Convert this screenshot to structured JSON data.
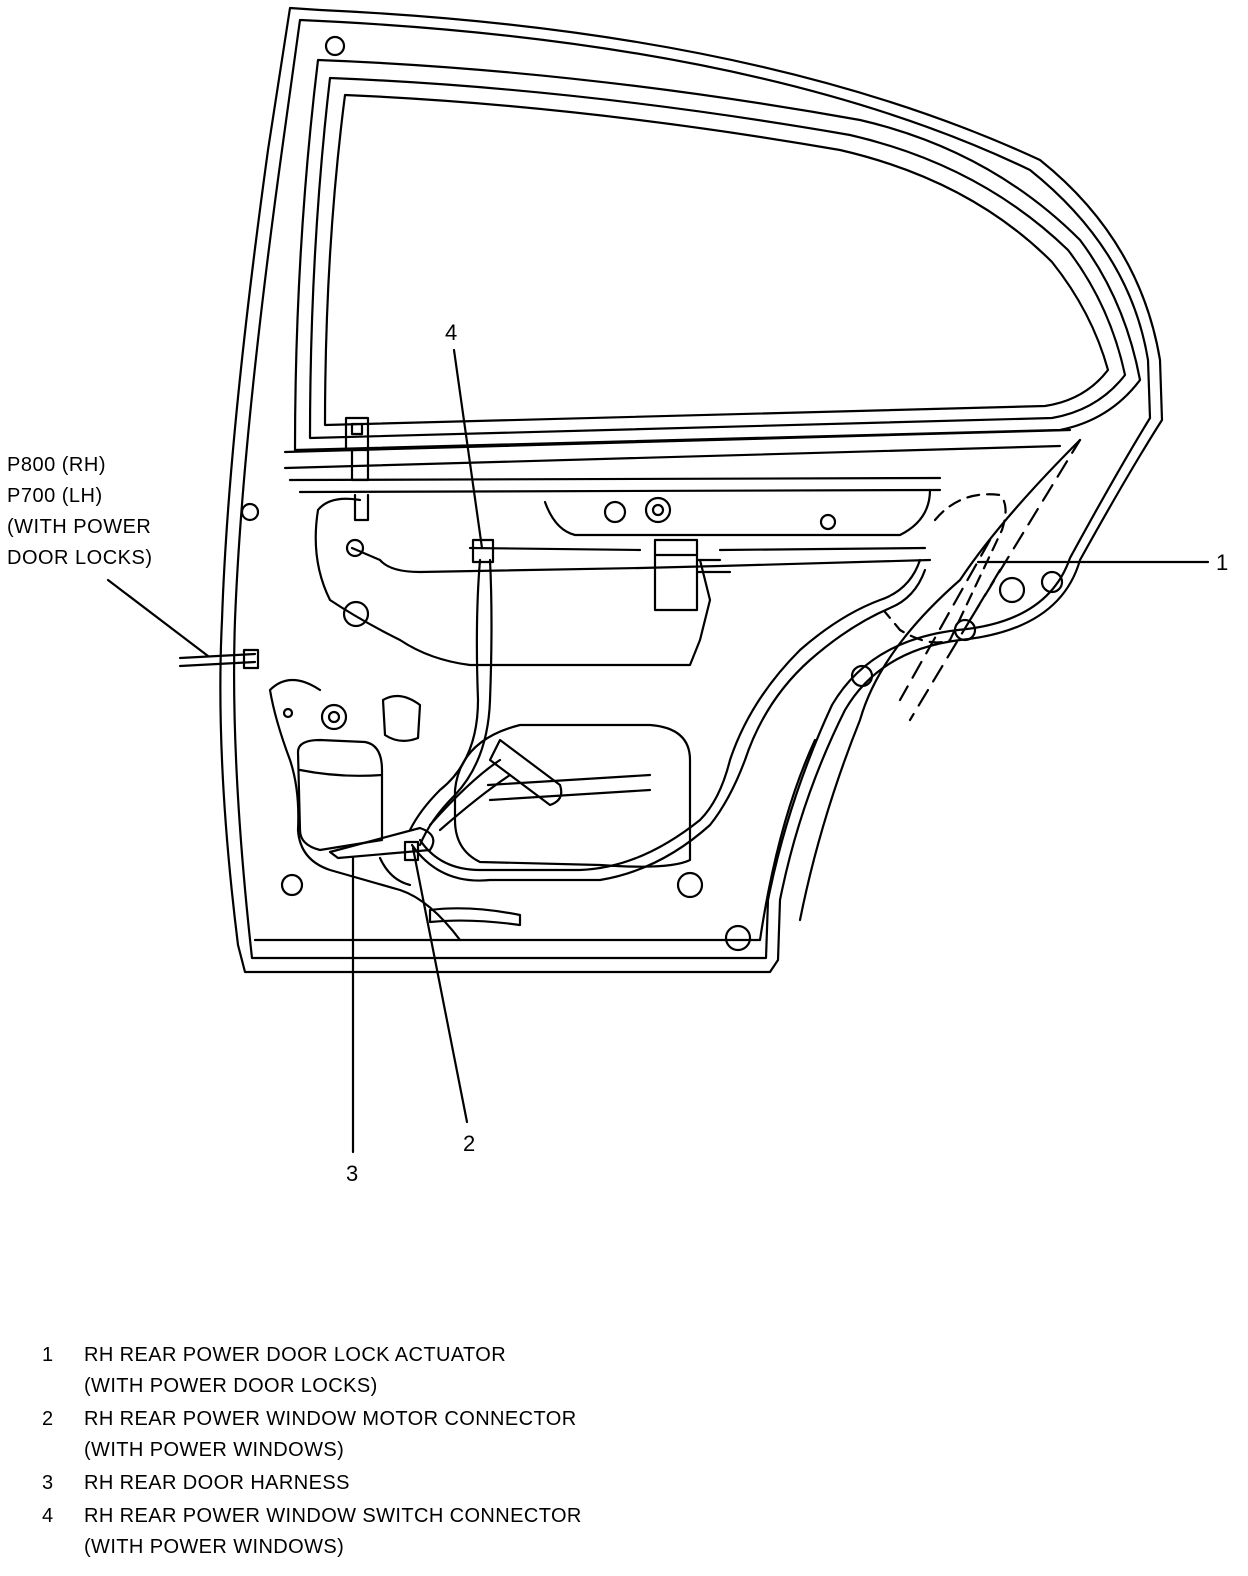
{
  "connector_label": {
    "lines": [
      "P800 (RH)",
      "P700 (LH)",
      "(WITH POWER",
      "DOOR LOCKS)"
    ]
  },
  "callouts": [
    "1",
    "2",
    "3",
    "4"
  ],
  "legend": [
    {
      "number": "1",
      "lines": [
        "RH REAR POWER DOOR LOCK ACTUATOR",
        "(WITH POWER DOOR LOCKS)"
      ]
    },
    {
      "number": "2",
      "lines": [
        "RH REAR POWER WINDOW MOTOR CONNECTOR",
        "(WITH POWER WINDOWS)"
      ]
    },
    {
      "number": "3",
      "lines": [
        "RH REAR DOOR HARNESS",
        ""
      ]
    },
    {
      "number": "4",
      "lines": [
        "RH REAR POWER WINDOW SWITCH CONNECTOR",
        "(WITH POWER WINDOWS)"
      ]
    }
  ],
  "colors": {
    "line": "#000000",
    "background": "#ffffff"
  }
}
